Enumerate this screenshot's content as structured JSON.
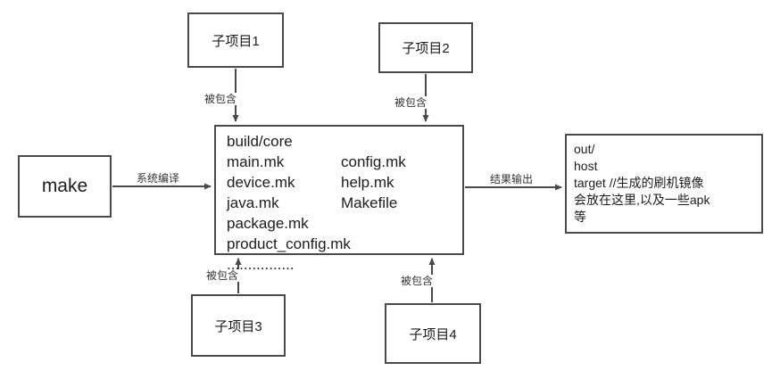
{
  "diagram": {
    "nodes": {
      "subproject1": {
        "label": "子项目1"
      },
      "subproject2": {
        "label": "子项目2"
      },
      "subproject3": {
        "label": "子项目3"
      },
      "subproject4": {
        "label": "子项目4"
      },
      "make": {
        "label": "make"
      },
      "build_core": {
        "title": "build/core",
        "rows": [
          {
            "left": "main.mk",
            "right": "config.mk"
          },
          {
            "left": "device.mk",
            "right": "help.mk"
          },
          {
            "left": "java.mk",
            "right": "Makefile"
          },
          {
            "left": "package.mk",
            "right": ""
          },
          {
            "left": "product_config.mk ................",
            "right": ""
          }
        ]
      },
      "output": {
        "lines": [
          "out/",
          "host",
          "target //生成的刷机镜像",
          "会放在这里,以及一些apk",
          "等"
        ]
      }
    },
    "edges": {
      "included_top1": {
        "label": "被包含"
      },
      "included_top2": {
        "label": "被包含"
      },
      "system_compile": {
        "label": "系统编译"
      },
      "result_output": {
        "label": "结果输出"
      },
      "included_bottom3": {
        "label": "被包含"
      },
      "included_bottom4": {
        "label": "被包含"
      }
    },
    "colors": {
      "stroke": "#4a4a4a",
      "text": "#1c1c1c"
    }
  }
}
